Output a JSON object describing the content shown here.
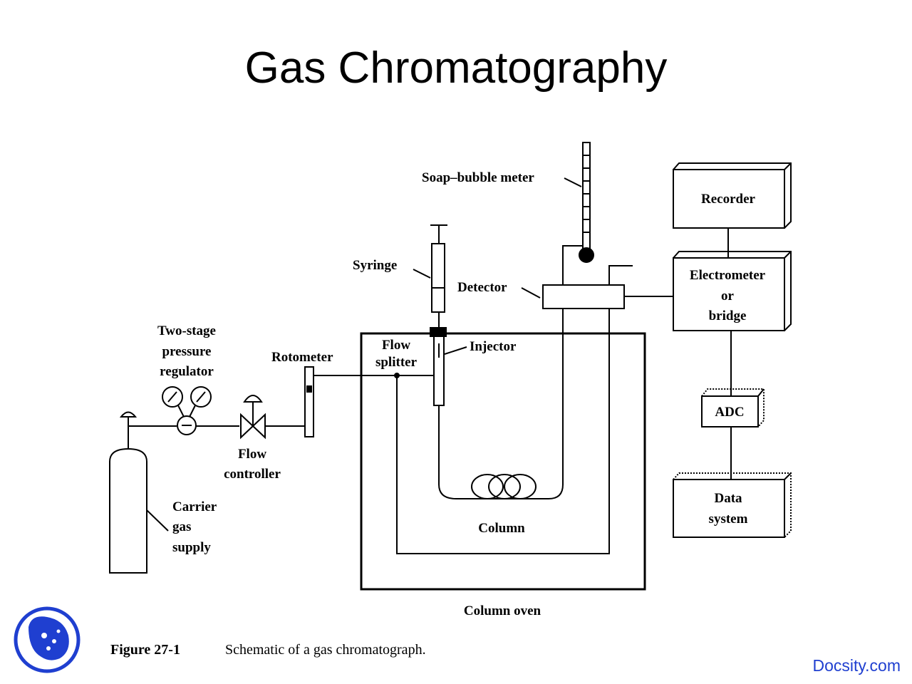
{
  "title": "Gas Chromatography",
  "labels": {
    "soap_bubble_meter": "Soap–bubble meter",
    "syringe": "Syringe",
    "detector": "Detector",
    "two_stage_1": "Two-stage",
    "two_stage_2": "pressure",
    "two_stage_3": "regulator",
    "rotometer": "Rotometer",
    "flow_splitter_1": "Flow",
    "flow_splitter_2": "splitter",
    "injector": "Injector",
    "flow_controller_1": "Flow",
    "flow_controller_2": "controller",
    "carrier_1": "Carrier",
    "carrier_2": "gas",
    "carrier_3": "supply",
    "column": "Column",
    "column_oven": "Column oven",
    "recorder": "Recorder",
    "electrometer_1": "Electrometer",
    "electrometer_2": "or",
    "electrometer_3": "bridge",
    "adc": "ADC",
    "data_system_1": "Data",
    "data_system_2": "system"
  },
  "caption": {
    "figure_number": "Figure 27-1",
    "text": "Schematic of a gas chromatograph."
  },
  "footer": {
    "link": "Docsity.com"
  },
  "colors": {
    "logo_blue": "#1f3fd0",
    "ink": "#000000"
  }
}
